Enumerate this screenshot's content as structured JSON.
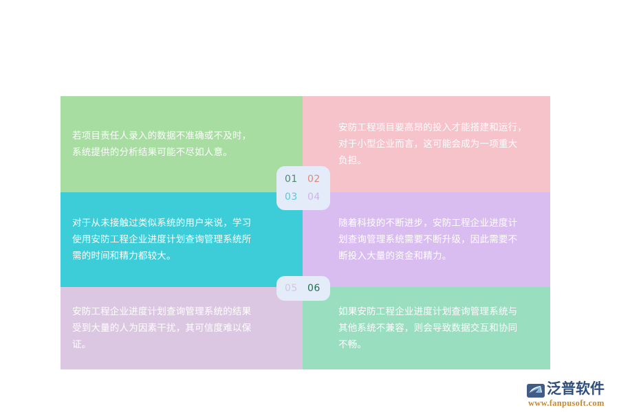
{
  "infographic": {
    "panels": [
      {
        "id": "panel-01",
        "number": "01",
        "bg": "#a7dda0",
        "text": "若项目责任人录入的数据不准确或不及时，\n系统提供的分析结果可能不尽如人意。"
      },
      {
        "id": "panel-02",
        "number": "02",
        "bg": "#f7c3cb",
        "text": "安防工程项目要高昂的投入才能搭建和运行，\n对于小型企业而言，这可能会成为一项重大\n负担。"
      },
      {
        "id": "panel-03",
        "number": "03",
        "bg": "#3dcdd8",
        "text": "对于从未接触过类似系统的用户来说，学习\n使用安防工程企业进度计划查询管理系统所\n需的时间和精力都较大。"
      },
      {
        "id": "panel-04",
        "number": "04",
        "bg": "#d9bdf0",
        "text": "随着科技的不断进步，安防工程企业进度计\n划查询管理系统需要不断升级，因此需要不\n断投入大量的资金和精力。"
      },
      {
        "id": "panel-05",
        "number": "05",
        "bg": "#dcc7e3",
        "text": "安防工程企业进度计划查询管理系统的结果\n受到大量的人为因素干扰，其可信度难以保\n证。"
      },
      {
        "id": "panel-06",
        "number": "06",
        "bg": "#9adec0",
        "text": "如果安防工程企业进度计划查询管理系统与\n其他系统不兼容，则会导致数据交互和协同\n不畅。"
      }
    ],
    "badge_top": {
      "bg": "#e3ecf8",
      "numbers": [
        {
          "label": "01",
          "color": "#4a8a6a"
        },
        {
          "label": "02",
          "color": "#e08878"
        },
        {
          "label": "03",
          "color": "#57c9d6"
        },
        {
          "label": "04",
          "color": "#cdb6e6"
        }
      ]
    },
    "badge_bottom": {
      "bg": "#e3ecf8",
      "numbers": [
        {
          "label": "05",
          "color": "#d8c3e0"
        },
        {
          "label": "06",
          "color": "#246b52"
        }
      ]
    }
  },
  "watermark": {
    "brand": "泛普软件",
    "url": "www.fanpusoft.com",
    "brand_color": "#2f4f7a",
    "url_color": "#c8892e",
    "mark_dark": "#3f5b86",
    "mark_light": "#7fb3e0"
  }
}
